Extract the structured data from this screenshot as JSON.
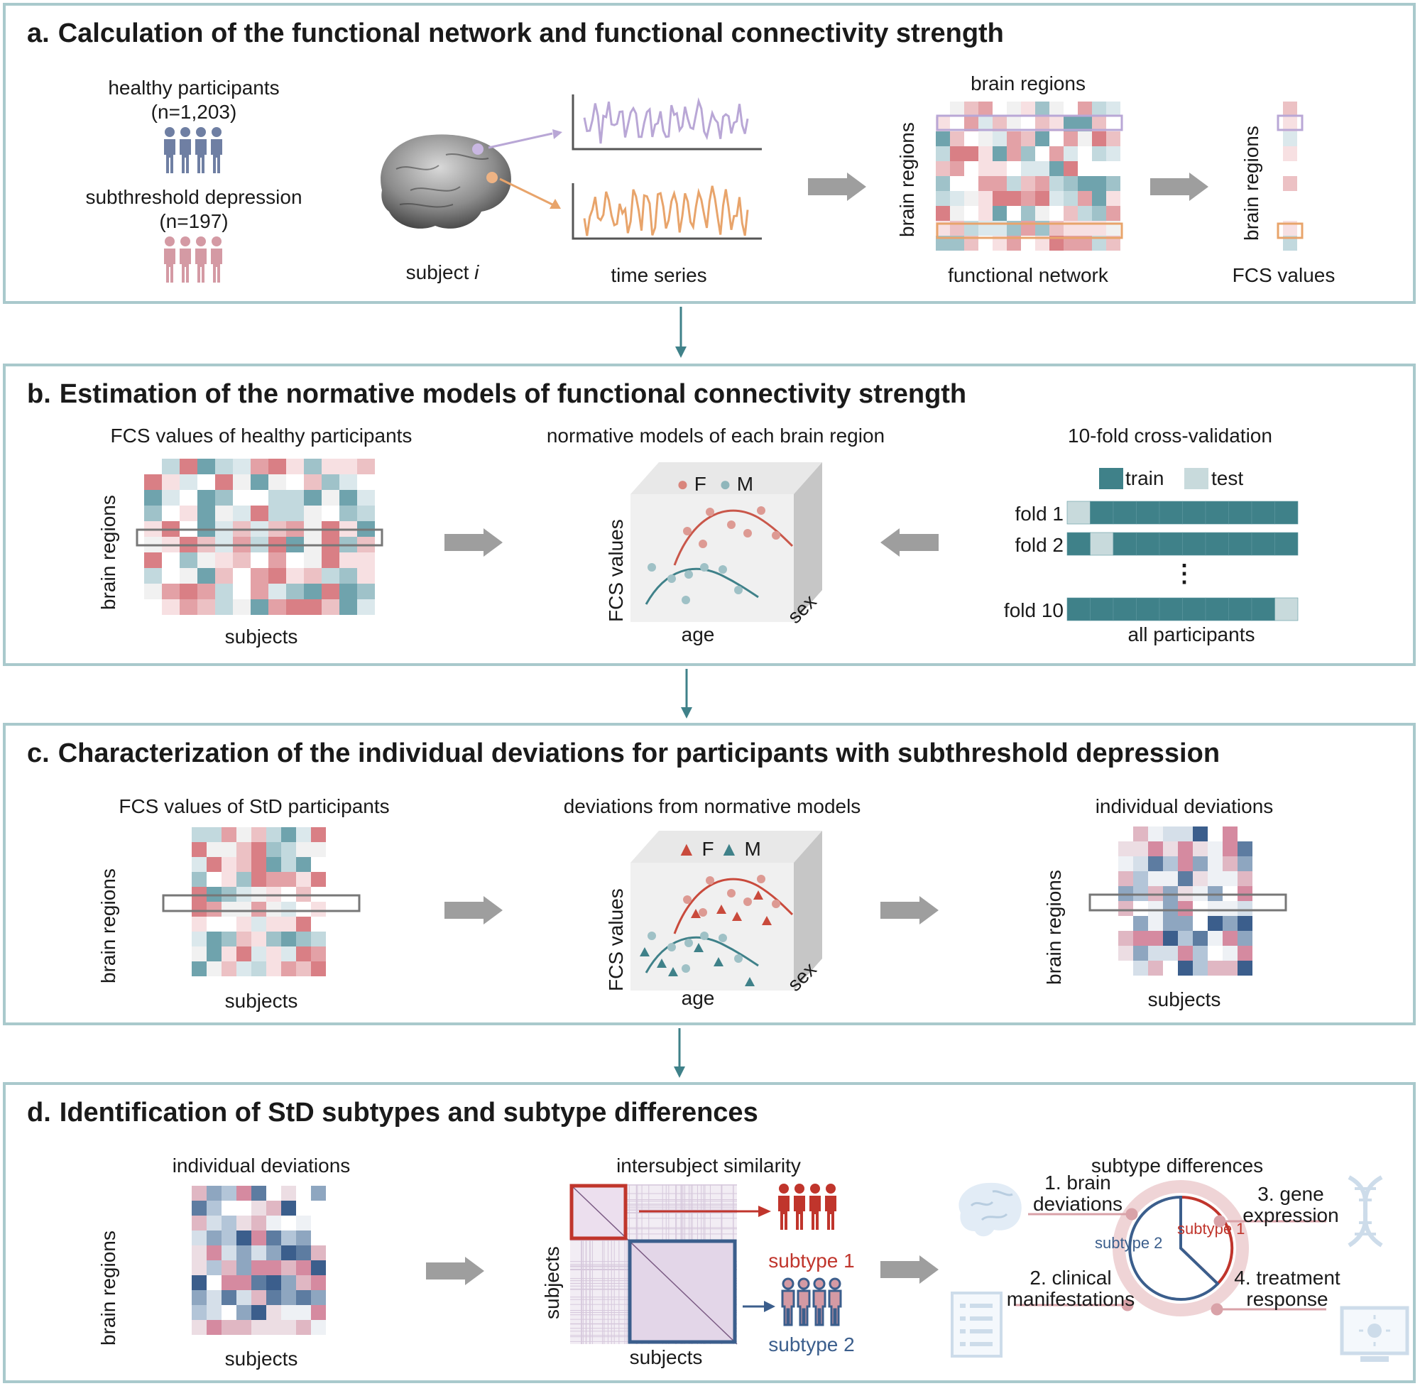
{
  "panel_a": {
    "letter": "a.",
    "title": "Calculation of the functional network and functional connectivity strength",
    "healthy_label": "healthy participants",
    "healthy_n": "(n=1,203)",
    "std_label": "subthreshold depression",
    "std_n": "(n=197)",
    "subject_label": "subject",
    "subject_var": "i",
    "time_series_label": "time series",
    "brain_regions_top": "brain regions",
    "brain_regions_side": "brain regions",
    "functional_network_label": "functional network",
    "fcs_brain_regions": "brain regions",
    "fcs_values_label": "FCS values"
  },
  "panel_b": {
    "letter": "b.",
    "title": "Estimation of the normative models of functional connectivity strength",
    "fcs_healthy_label": "FCS values of healthy participants",
    "brain_regions": "brain regions",
    "subjects": "subjects",
    "normative_label": "normative models of each brain region",
    "legend_f": "F",
    "legend_m": "M",
    "yaxis": "FCS values",
    "xaxis": "age",
    "zaxis": "sex",
    "cv_label": "10-fold cross-validation",
    "train": "train",
    "test": "test",
    "fold1": "fold 1",
    "fold2": "fold 2",
    "ellipsis": "⋮",
    "fold10": "fold 10",
    "all_participants": "all participants"
  },
  "panel_c": {
    "letter": "c.",
    "title": "Characterization of the individual deviations for participants with subthreshold depression",
    "fcs_std_label": "FCS values of StD participants",
    "brain_regions": "brain regions",
    "subjects": "subjects",
    "deviations_label": "deviations from normative models",
    "legend_f": "F",
    "legend_m": "M",
    "yaxis": "FCS values",
    "xaxis": "age",
    "zaxis": "sex",
    "indiv_label": "individual deviations",
    "brain_regions_right": "brain regions",
    "subjects_right": "subjects"
  },
  "panel_d": {
    "letter": "d.",
    "title": "Identification of StD subtypes and subtype differences",
    "indiv_label": "individual deviations",
    "brain_regions": "brain regions",
    "subjects": "subjects",
    "similarity_label": "intersubject similarity",
    "sim_subjects_y": "subjects",
    "sim_subjects_x": "subjects",
    "subtype1": "subtype 1",
    "subtype2": "subtype 2",
    "diff_label": "subtype differences",
    "d1_line1": "1. brain",
    "d1_line2": "deviations",
    "d2_line1": "2. clinical",
    "d2_line2": "manifestations",
    "d3_line1": "3. gene",
    "d3_line2": "expression",
    "d4_line1": "4. treatment",
    "d4_line2": "response",
    "pie_subtype1": "subtype 1",
    "pie_subtype2": "subtype 2"
  },
  "colors": {
    "border": "#a9c9cc",
    "teal": "#3f8189",
    "red": "#c94a3c",
    "blue": "#3b5e8c",
    "pink": "#d9a2a8",
    "purple": "#b9a7d6",
    "orange": "#e8a46b"
  }
}
